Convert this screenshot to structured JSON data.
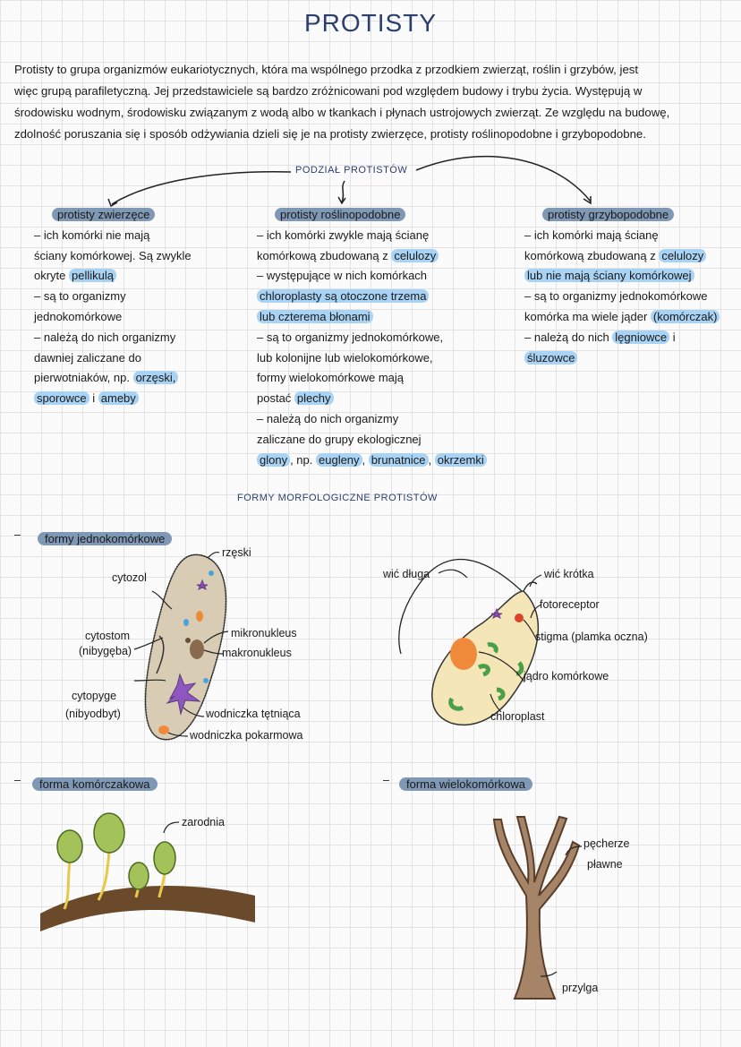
{
  "title": "PROTISTY",
  "intro": [
    "Protisty to grupa organizmów eukariotycznych, która ma wspólnego  przodka z przodkiem zwierząt, roślin i grzybów, jest",
    "więc grupą parafiletyczną. Jej  przedstawiciele są bardzo zróżnicowani  pod względem budowy i trybu życia. Występują w",
    "środowisku wodnym, środowisku związanym z wodą albo w tkankach i płynach ustrojowych zwierząt. Ze względu na budowę,",
    "zdolność  poruszania się  i sposób  odżywiania  dzieli się je  na  protisty zwierzęce, protisty roślinopodobne  i  grzybopodobne."
  ],
  "division_title": "PODZIAŁ PROTISTÓW",
  "columns": [
    {
      "header": "protisty zwierzęce",
      "lines": [
        [
          {
            "t": "– ich komórki nie mają"
          }
        ],
        [
          {
            "t": "ściany komórkowej. Są zwykle"
          }
        ],
        [
          {
            "t": "okryte "
          },
          {
            "t": "pellikulą",
            "h": true
          }
        ],
        [
          {
            "t": "– są to organizmy"
          }
        ],
        [
          {
            "t": "jednokomórkowe"
          }
        ],
        [
          {
            "t": "– należą do nich organizmy"
          }
        ],
        [
          {
            "t": "dawniej zaliczane do"
          }
        ],
        [
          {
            "t": "pierwotniaków, np. "
          },
          {
            "t": "orzęski,",
            "h": true
          }
        ],
        [
          {
            "t": "sporowce",
            "h": true
          },
          {
            "t": " i "
          },
          {
            "t": "ameby",
            "h": true
          }
        ]
      ]
    },
    {
      "header": "protisty roślinopodobne",
      "lines": [
        [
          {
            "t": "– ich komórki zwykle mają ścianę"
          }
        ],
        [
          {
            "t": "komórkową zbudowaną z "
          },
          {
            "t": "celulozy",
            "h": true
          }
        ],
        [
          {
            "t": "– występujące w nich komórkach"
          }
        ],
        [
          {
            "t": "chloroplasty są otoczone trzema",
            "h": true
          }
        ],
        [
          {
            "t": "lub czterema błonami",
            "h": true
          }
        ],
        [
          {
            "t": "– są to organizmy jednokomórkowe,"
          }
        ],
        [
          {
            "t": "lub kolonijne lub wielokomórkowe,"
          }
        ],
        [
          {
            "t": "formy wielokomórkowe mają"
          }
        ],
        [
          {
            "t": "postać "
          },
          {
            "t": "plechy",
            "h": true
          }
        ],
        [
          {
            "t": "– należą do nich organizmy"
          }
        ],
        [
          {
            "t": "zaliczane do grupy ekologicznej"
          }
        ],
        [
          {
            "t": "glony",
            "h": true
          },
          {
            "t": ", np. "
          },
          {
            "t": "eugleny",
            "h": true
          },
          {
            "t": ", "
          },
          {
            "t": "brunatnice",
            "h": true
          },
          {
            "t": ", "
          },
          {
            "t": "okrzemki",
            "h": true
          }
        ]
      ]
    },
    {
      "header": "protisty grzybopodobne",
      "lines": [
        [
          {
            "t": "– ich komórki mają ścianę"
          }
        ],
        [
          {
            "t": "komórkową zbudowaną z "
          },
          {
            "t": "celulozy",
            "h": true
          }
        ],
        [
          {
            "t": "lub nie mają ściany komórkowej",
            "h": true
          }
        ],
        [
          {
            "t": "– są to organizmy jednokomórkowe"
          }
        ],
        [
          {
            "t": "komórka ma wiele jąder "
          },
          {
            "t": "(komórczak)",
            "h": true
          }
        ],
        [
          {
            "t": "– należą do nich "
          },
          {
            "t": "lęgniowce",
            "h": true
          },
          {
            "t": " i"
          }
        ],
        [
          {
            "t": "śluzowce",
            "h": true
          }
        ]
      ]
    }
  ],
  "forms_title": "FORMY MORFOLOGICZNE PROTISTÓW",
  "unicellular": {
    "heading": "formy jednokomórkowe",
    "paramecium": {
      "rzeski": "rzęski",
      "cytozol": "cytozol",
      "cytostom": "cytostom",
      "cytostom2": "(nibygęba)",
      "cytopyge": "cytopyge",
      "cytopyge2": "(nibyodbyt)",
      "mikronukleus": "mikronukleus",
      "makronukleus": "makronukleus",
      "wodniczka_t": "wodniczka tętniąca",
      "wodniczka_p": "wodniczka pokarmowa"
    },
    "euglena": {
      "wic_dluga": "wić długa",
      "wic_krotka": "wić krótka",
      "fotoreceptor": "fotoreceptor",
      "stigma": "stigma (plamka oczna)",
      "jadro": "jądro komórkowe",
      "chloroplast": "chloroplast"
    }
  },
  "coenocytic": {
    "heading": "forma komórczakowa",
    "zarodnia": "zarodnia"
  },
  "multicellular": {
    "heading": "forma wielokomórkowa",
    "pecherze": "pęcherze",
    "plawne": "pławne",
    "przylga": "przylga"
  },
  "colors": {
    "title": "#2b3f6e",
    "header_highlight": "#7f98b5",
    "term_highlight": "#a9d3f5"
  }
}
